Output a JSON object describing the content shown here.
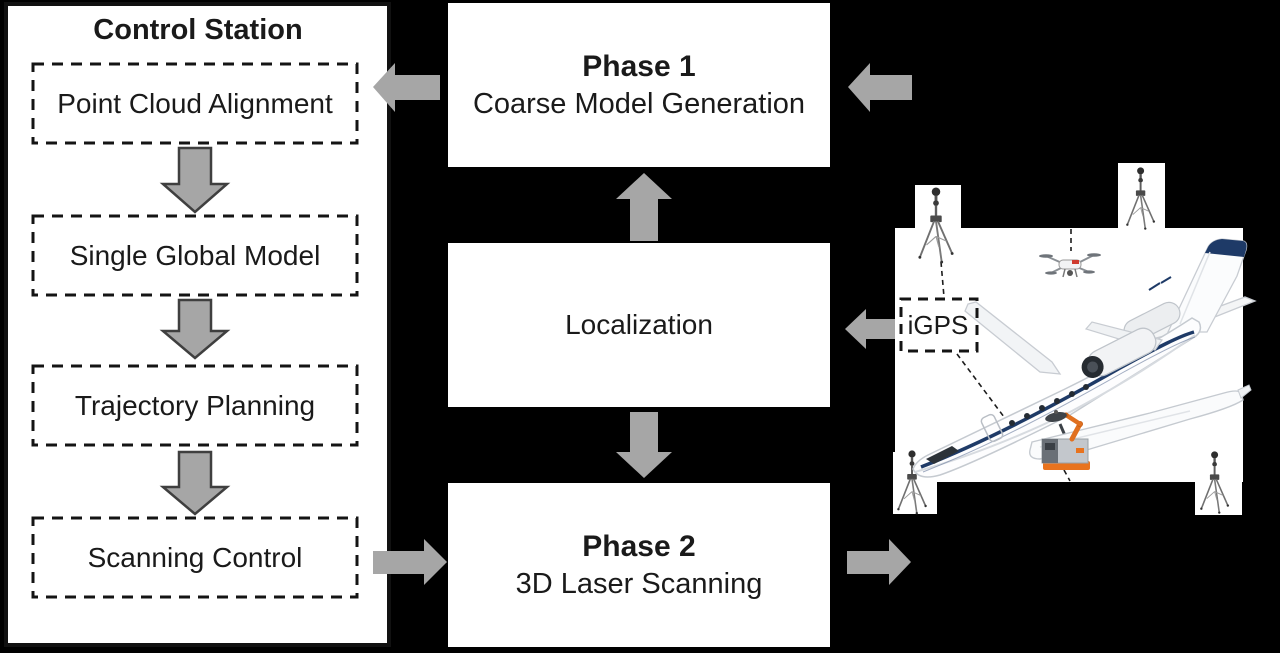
{
  "control_station": {
    "title": "Control Station",
    "steps": [
      "Point Cloud Alignment",
      "Single Global Model",
      "Trajectory Planning",
      "Scanning Control"
    ]
  },
  "phases": {
    "phase1": {
      "title": "Phase 1",
      "subtitle": "Coarse Model Generation"
    },
    "localization": {
      "title": "Localization"
    },
    "phase2": {
      "title": "Phase 2",
      "subtitle": "3D Laser Scanning"
    }
  },
  "scene": {
    "igps_label": "iGPS"
  },
  "colors": {
    "background": "#000000",
    "box_background": "#ffffff",
    "text": "#1a1a1a",
    "arrow_fill": "#a6a6a6",
    "arrow_outline": "#3f3f3f",
    "dashed_border": "#141414",
    "navy_accent": "#1e3a67",
    "agv_orange": "#e8731e"
  }
}
